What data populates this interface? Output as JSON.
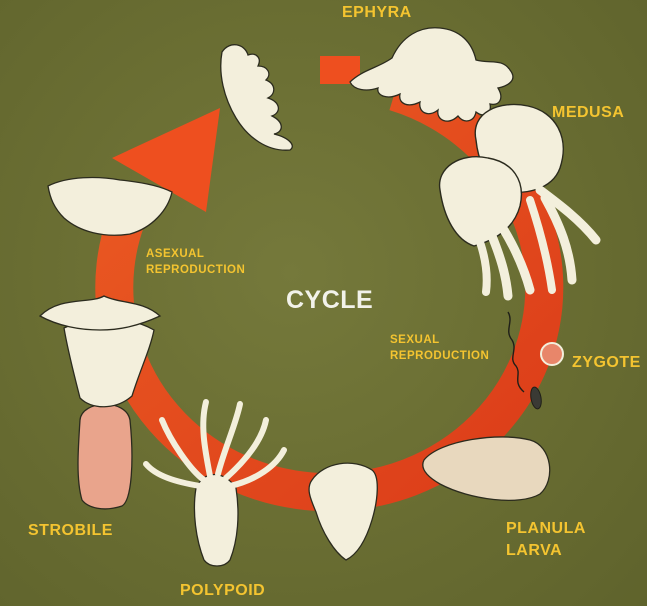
{
  "title": "CYCLE",
  "stages": {
    "ephyra": "EPHYRA",
    "medusa": "MEDUSA",
    "zygote": "ZYGOTE",
    "planula": [
      "PLANULA",
      "LARVA"
    ],
    "polypoid": "POLYPOID",
    "strobile": "STROBILE"
  },
  "processes": {
    "asexual": [
      "ASEXUAL",
      "REPRODUCTION"
    ],
    "sexual": [
      "SEXUAL",
      "REPRODUCTION"
    ]
  },
  "colors": {
    "background": "#6b6f34",
    "arrow": "#e8461c",
    "label": "#f4c430",
    "center_label": "#f2f2ea",
    "organism": "#f3efdc",
    "strobile_stalk": "#e9a48c",
    "zygote": "#e8866a"
  }
}
